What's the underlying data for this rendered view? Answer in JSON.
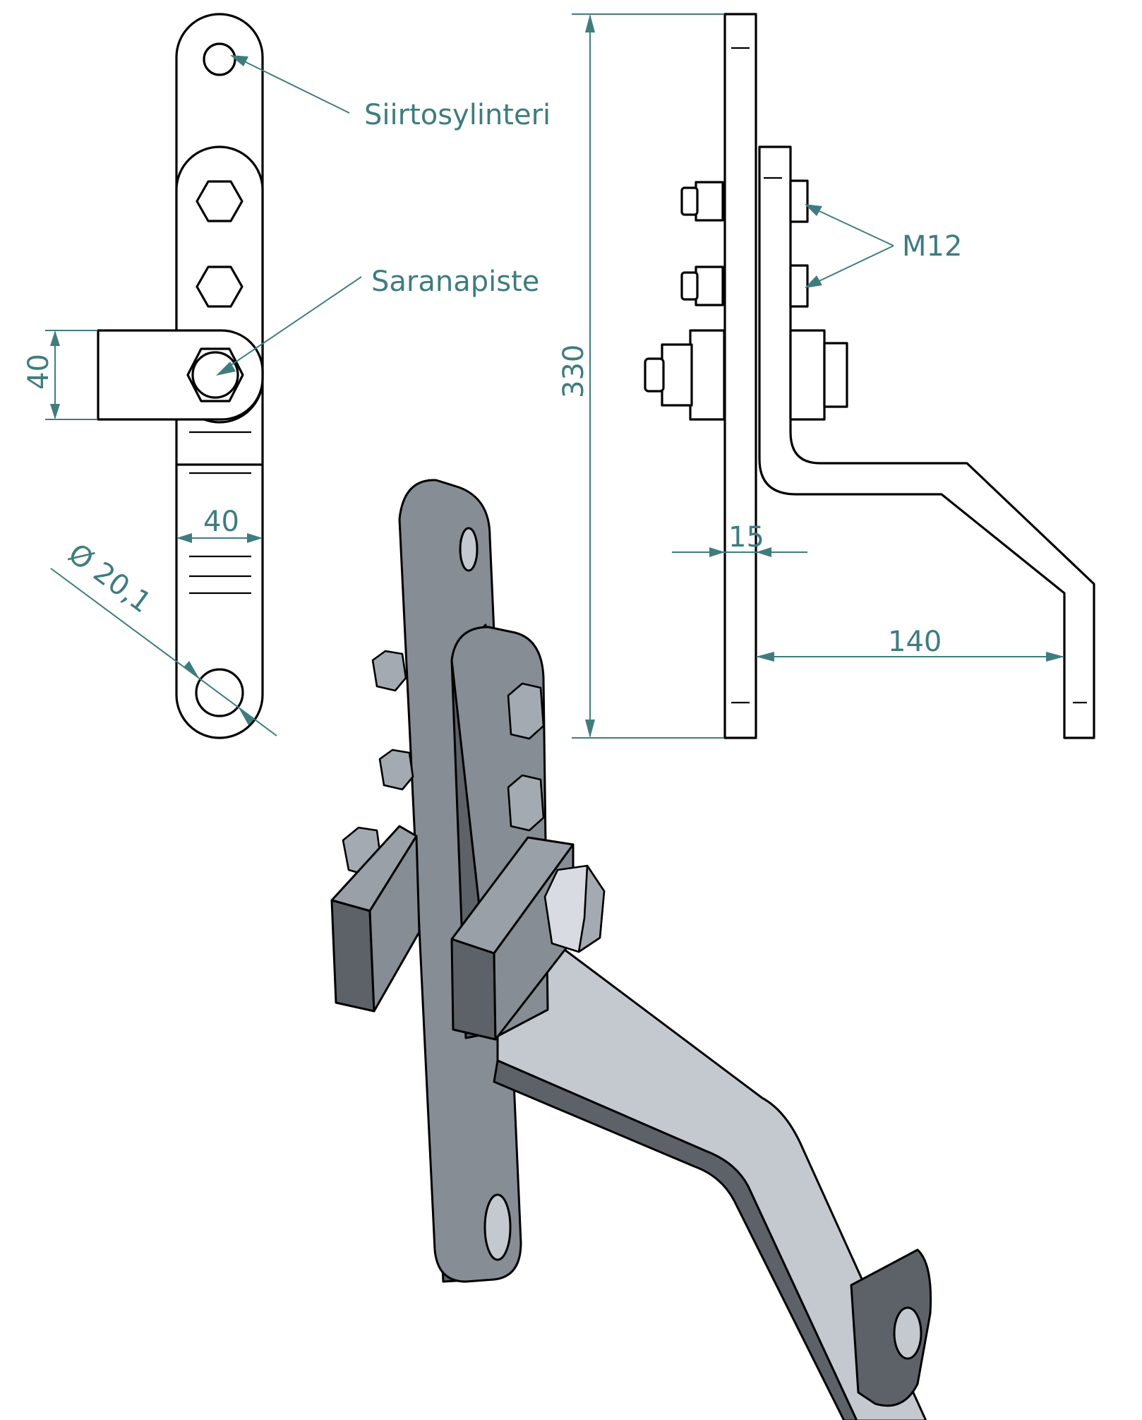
{
  "labels": {
    "transfer_cylinder": "Siirtosylinteri",
    "hinge_point": "Saranapiste",
    "bolt_size": "M12"
  },
  "dimensions": {
    "arm_width": "40",
    "plate_width": "40",
    "hole_diameter": "Ø 20,1",
    "total_height": "330",
    "plate_thickness": "15",
    "arm_offset": "140"
  },
  "colors": {
    "annotation": "#3f7c7e",
    "outline": "#000000",
    "steel_dark": "#5d6268",
    "steel_light": "#c4c9d0"
  }
}
